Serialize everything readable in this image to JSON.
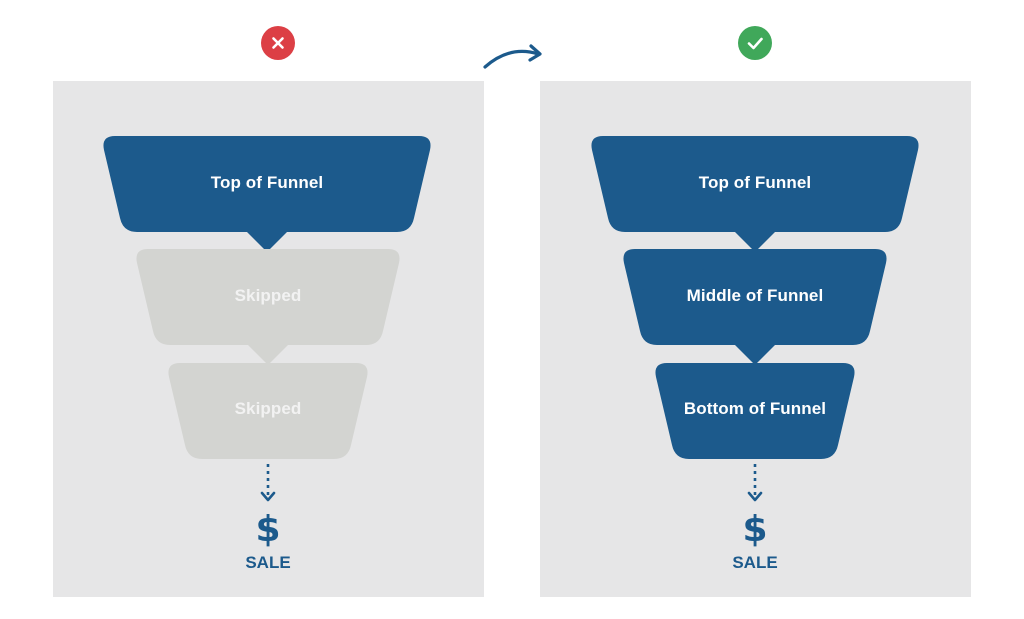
{
  "colors": {
    "funnel_active": "#1c5a8c",
    "funnel_skipped": "#d3d4d1",
    "panel_bg": "#e6e6e7",
    "bad_badge": "#dc3f45",
    "good_badge": "#40a85a"
  },
  "left_funnel": {
    "status_icon": "cross-icon",
    "stages": [
      "Top of Funnel",
      "Skipped",
      "Skipped"
    ],
    "outcome_icon": "dollar-icon",
    "outcome_symbol": "$",
    "outcome_label": "SALE"
  },
  "right_funnel": {
    "status_icon": "check-icon",
    "stages": [
      "Top of Funnel",
      "Middle of Funnel",
      "Bottom of Funnel"
    ],
    "outcome_icon": "dollar-icon",
    "outcome_symbol": "$",
    "outcome_label": "SALE"
  },
  "transition_icon": "curved-arrow-icon"
}
